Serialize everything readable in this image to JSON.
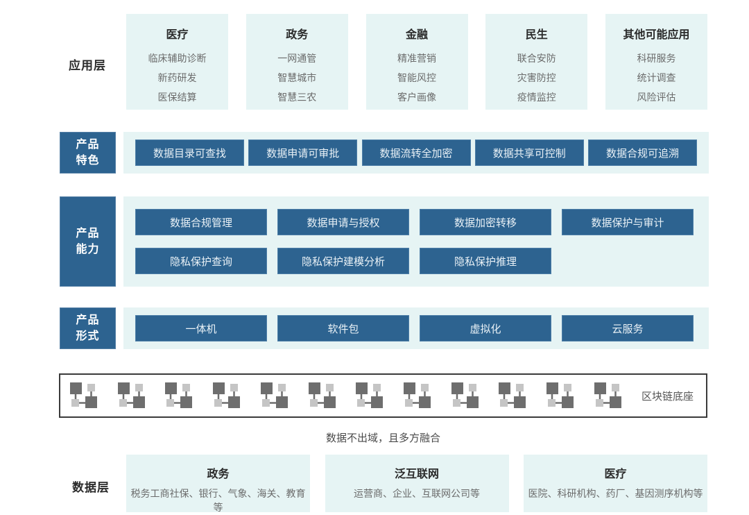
{
  "application": {
    "label": "应用层",
    "columns": [
      {
        "title": "医疗",
        "items": [
          "临床辅助诊断",
          "新药研发",
          "医保结算"
        ]
      },
      {
        "title": "政务",
        "items": [
          "一网通管",
          "智慧城市",
          "智慧三农"
        ]
      },
      {
        "title": "金融",
        "items": [
          "精准营销",
          "智能风控",
          "客户画像"
        ]
      },
      {
        "title": "民生",
        "items": [
          "联合安防",
          "灾害防控",
          "疫情监控"
        ]
      },
      {
        "title": "其他可能应用",
        "items": [
          "科研服务",
          "统计调查",
          "风险评估"
        ]
      }
    ]
  },
  "features": {
    "label": "产品特色",
    "items": [
      "数据目录可查找",
      "数据申请可审批",
      "数据流转全加密",
      "数据共享可控制",
      "数据合规可追溯"
    ]
  },
  "capabilities": {
    "label": "产品能力",
    "row1": [
      "数据合规管理",
      "数据申请与授权",
      "数据加密转移",
      "数据保护与审计"
    ],
    "row2": [
      "隐私保护查询",
      "隐私保护建模分析",
      "隐私保护推理"
    ]
  },
  "forms": {
    "label": "产品形式",
    "items": [
      "一体机",
      "软件包",
      "虚拟化",
      "云服务"
    ]
  },
  "blockchain": {
    "label": "区块链底座",
    "icon_count": 12
  },
  "caption": "数据不出域，且多方融合",
  "data_layer": {
    "label": "数据层",
    "columns": [
      {
        "title": "政务",
        "desc": "税务工商社保、银行、气象、海关、教育等"
      },
      {
        "title": "泛互联网",
        "desc": "运营商、企业、互联网公司等"
      },
      {
        "title": "医疗",
        "desc": "医院、科研机构、药厂、基因测序机构等"
      }
    ]
  },
  "colors": {
    "dark_blue": "#2d6390",
    "light_panel": "#e6f4f4",
    "icon_dark": "#6e6e6e",
    "icon_light": "#c5c5c5",
    "strip_border": "#3a3a3a"
  }
}
